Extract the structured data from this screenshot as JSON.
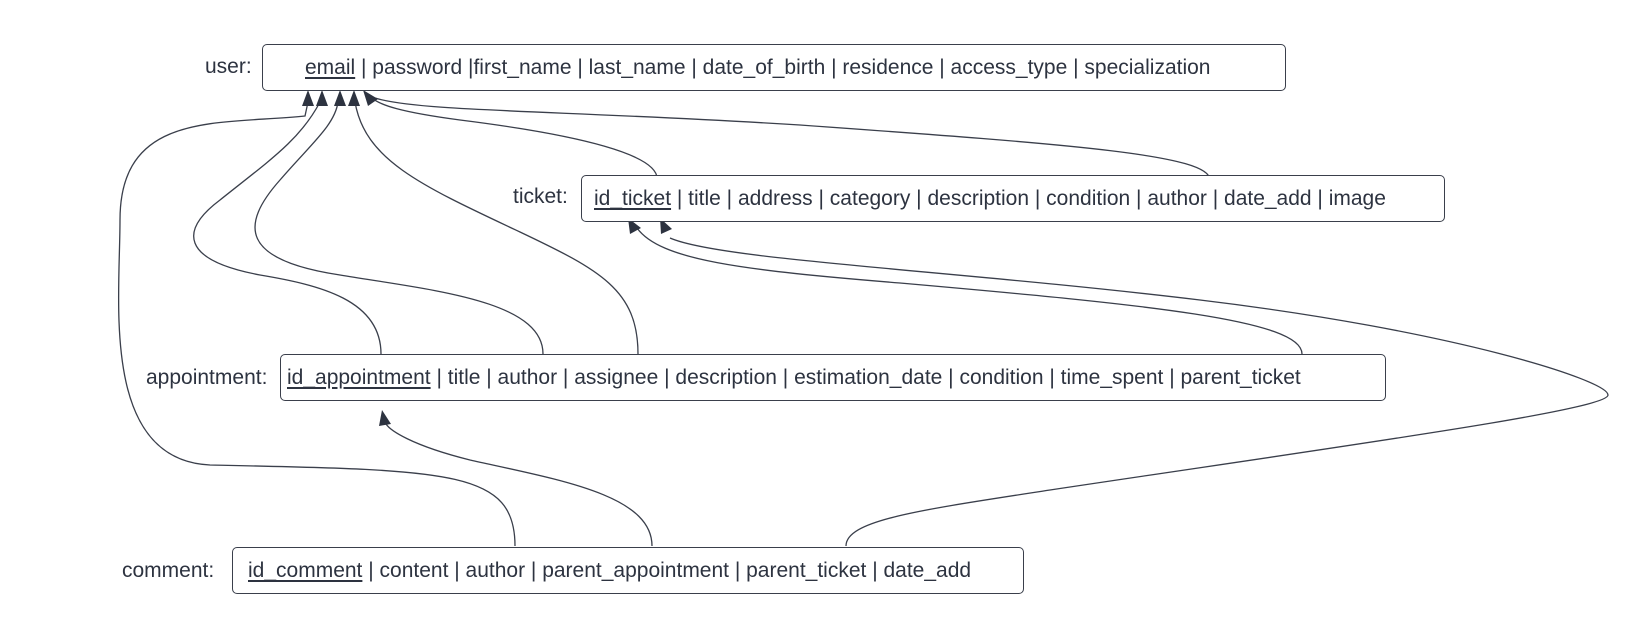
{
  "tables": {
    "user": {
      "label": "user:",
      "key": "email",
      "rest": " | password |first_name | last_name | date_of_birth | residence | access_type | specialization"
    },
    "ticket": {
      "label": "ticket:",
      "key": "id_ticket",
      "rest": " | title | address | category | description | condition | author | date_add | image"
    },
    "appointment": {
      "label": "appointment:",
      "key": "id_appointment",
      "rest": " | title | author | assignee | description | estimation_date | condition | time_spent | parent_ticket"
    },
    "comment": {
      "label": "comment:",
      "key": "id_comment",
      "rest": " | content | author | parent_appointment | parent_ticket | date_add"
    }
  },
  "relations": [
    {
      "from": "comment.author",
      "to": "user.email"
    },
    {
      "from": "appointment.id_appointment",
      "to": "user.email"
    },
    {
      "from": "appointment.author",
      "to": "user.email"
    },
    {
      "from": "appointment.assignee",
      "to": "user.email"
    },
    {
      "from": "ticket.id_ticket",
      "to": "user.email"
    },
    {
      "from": "ticket.author",
      "to": "user.email"
    },
    {
      "from": "appointment.parent_ticket",
      "to": "ticket.id_ticket"
    },
    {
      "from": "comment.parent_ticket",
      "to": "ticket.id_ticket"
    },
    {
      "from": "comment.parent_appointment",
      "to": "appointment.id_appointment"
    }
  ],
  "colors": {
    "line": "#3a3f4b",
    "text": "#2d3340",
    "background": "#ffffff"
  }
}
